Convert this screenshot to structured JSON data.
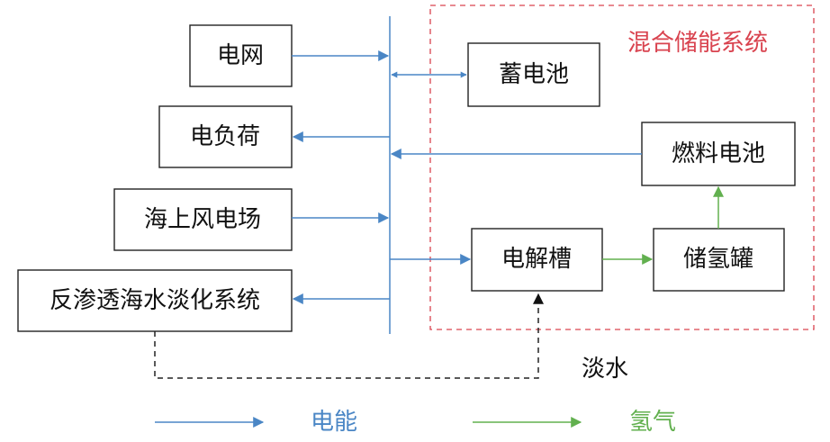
{
  "title": "",
  "boxes": {
    "grid": "电网",
    "load": "电负荷",
    "wind_farm": "海上风电场",
    "desalination": "反渗透海水淡化系统",
    "battery": "蓄电池",
    "fuel_cell": "燃料电池",
    "electrolyzer": "电解槽",
    "hydrogen_tank": "储氢罐"
  },
  "hybrid_storage": {
    "label": "混合储能系统"
  },
  "fresh_water_label": "淡水",
  "legend": {
    "electric_label": "电能",
    "hydrogen_label": "氢气"
  },
  "colors": {
    "electric": "#4a86c5",
    "hydrogen": "#62b04f",
    "hybrid_border": "#d9434f",
    "water_flow": "#222222"
  }
}
